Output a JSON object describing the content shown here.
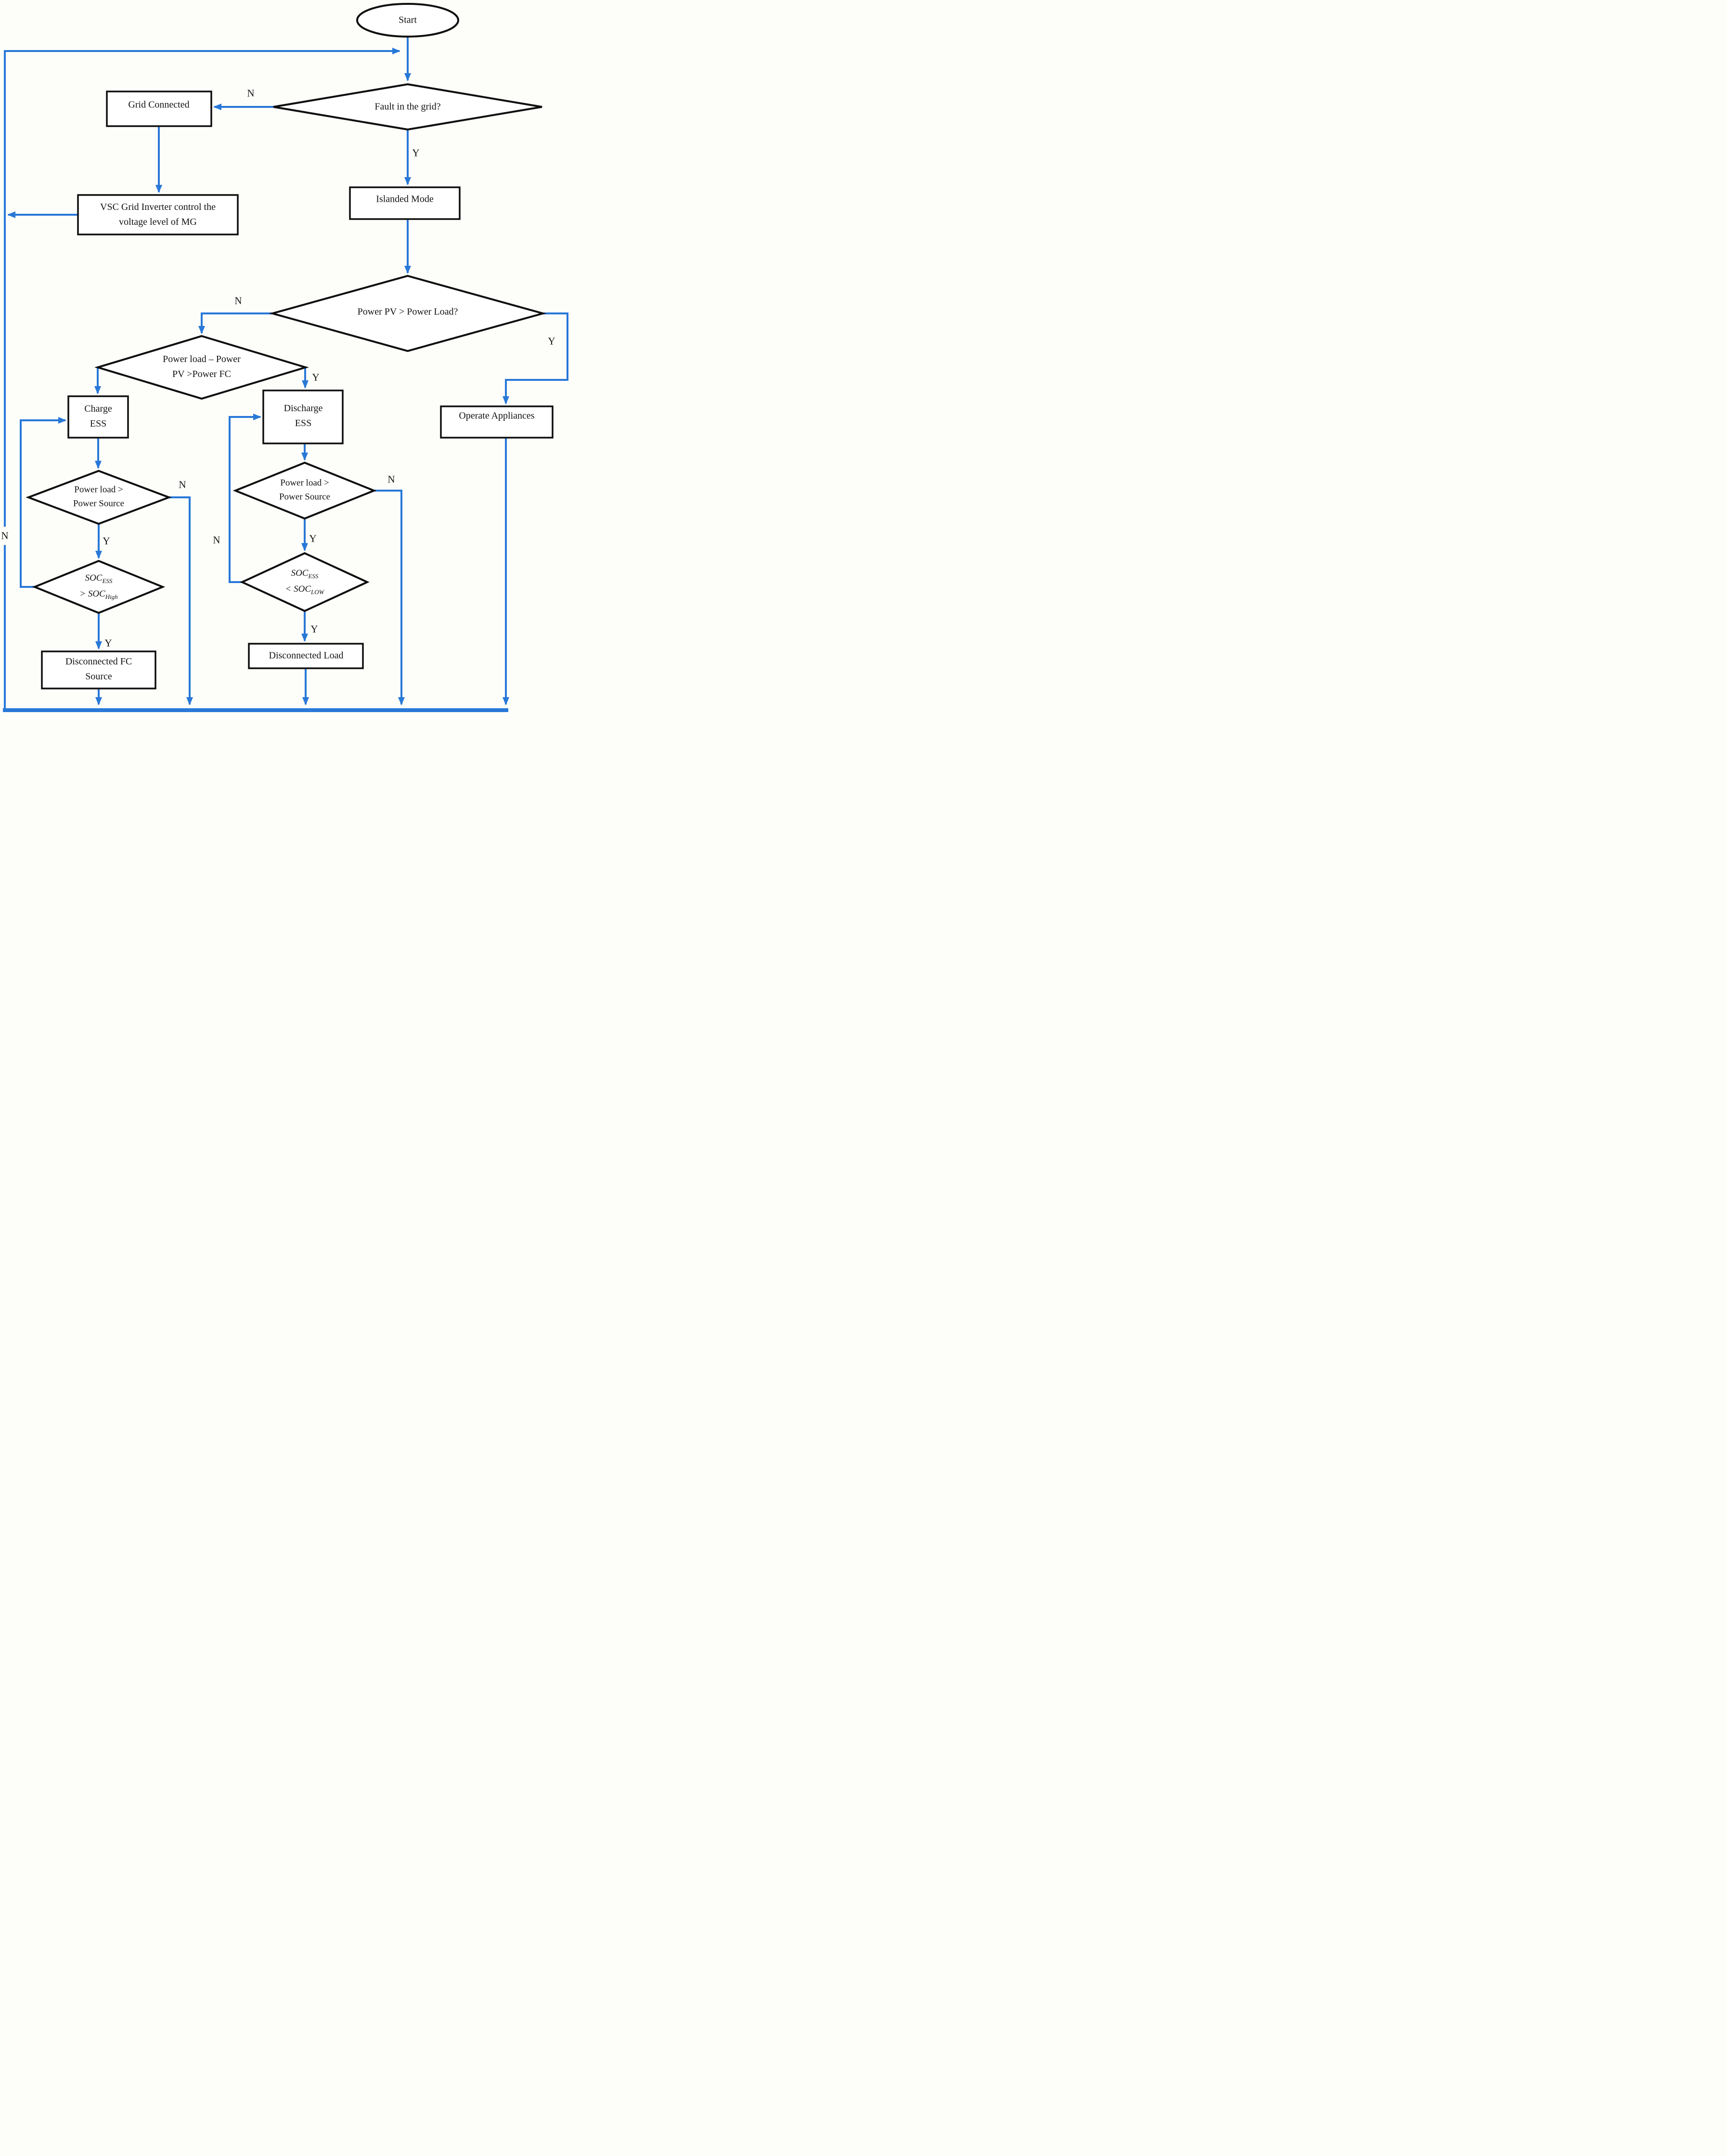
{
  "diagram": {
    "type": "flowchart",
    "colors": {
      "line": "#2878d8",
      "ink": "#121212",
      "bg": "#fdfdfa"
    },
    "nodes": {
      "start": {
        "label": "Start"
      },
      "fault": {
        "label": "Fault in the grid?"
      },
      "grid": {
        "label": "Grid Connected"
      },
      "vsc": {
        "line1": "VSC Grid Inverter control the",
        "line2": "voltage level of MG"
      },
      "islanded": {
        "label": "Islanded Mode"
      },
      "pv": {
        "label": "Power PV > Power Load?"
      },
      "fc": {
        "line1": "Power load – Power",
        "line2": "PV >Power FC"
      },
      "charge": {
        "line1": "Charge",
        "line2": "ESS"
      },
      "discharge": {
        "line1": "Discharge",
        "line2": "ESS"
      },
      "operate": {
        "label": "Operate Appliances"
      },
      "plps_left": {
        "line1": "Power load >",
        "line2": "Power Source"
      },
      "plps_right": {
        "line1": "Power load >",
        "line2": "Power Source"
      },
      "soc_high": {
        "l1_main": "SOC",
        "l1_sub": "ESS",
        "l2_main": "> SOC",
        "l2_sub": "High"
      },
      "soc_low": {
        "l1_main": "SOC",
        "l1_sub": "ESS",
        "l2_main": "< SOC",
        "l2_sub": "LOW"
      },
      "disc_fc": {
        "line1": "Disconnected FC",
        "line2": "Source"
      },
      "disc_load": {
        "label": "Disconnected Load"
      }
    },
    "edge_labels": {
      "fault_n": "N",
      "fault_y": "Y",
      "pv_n": "N",
      "pv_y": "Y",
      "fc_y": "Y",
      "plps_left_n": "N",
      "plps_left_y": "Y",
      "soc_high_y": "Y",
      "plps_right_n": "N",
      "plps_right_y": "Y",
      "soc_low_n": "N",
      "soc_low_y": "Y",
      "main_loop_n": "N"
    }
  }
}
